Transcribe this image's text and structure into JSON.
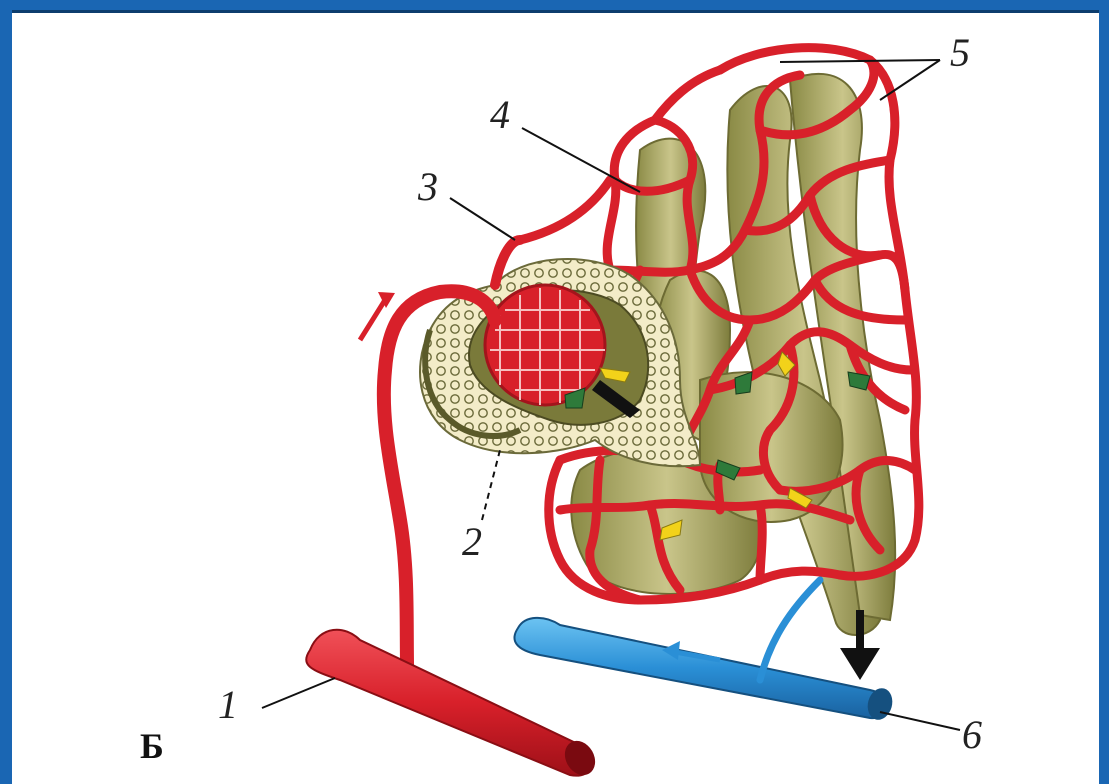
{
  "diagram": {
    "panel_letter": "Б",
    "labels": {
      "l1": "1",
      "l2": "2",
      "l3": "3",
      "l4": "4",
      "l5": "5",
      "l6": "6"
    },
    "colors": {
      "frame": "#1a66b3",
      "artery": "#d8202a",
      "vein": "#2a8fd6",
      "tubule": "#b3b06a",
      "arrow_yellow": "#f2d21a",
      "arrow_green": "#2e7a3a",
      "arrow_black": "#111111"
    }
  }
}
